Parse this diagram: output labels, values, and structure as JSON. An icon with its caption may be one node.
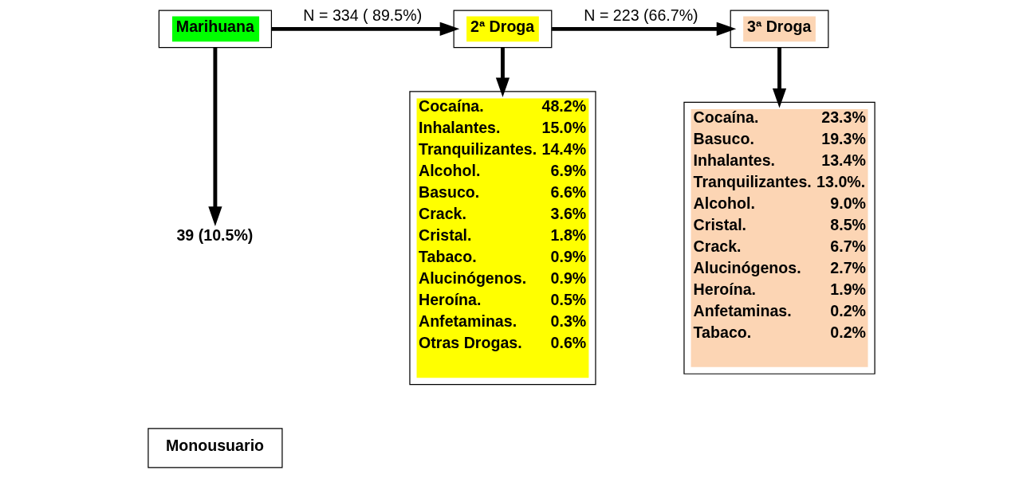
{
  "diagram": {
    "nodes": [
      {
        "text": [
          "Marihuana"
        ]
      },
      {
        "text": [
          "2ª Droga"
        ]
      },
      {
        "text": [
          "3ª Droga"
        ]
      },
      {
        "text": [
          "39 (10.5%)"
        ]
      },
      {
        "text": [
          "Monousuario"
        ]
      },
      {
        "text": [
          "Cocaína.",
          "48.2%",
          "Inhalantes.",
          "15.0%",
          "Tranquilizantes.",
          "14.4%",
          "Alcohol.",
          "6.9%",
          "Basuco.",
          "6.6%",
          "Crack.",
          "3.6%",
          "Cristal.",
          "1.8%",
          "Tabaco.",
          "0.9%",
          "Alucinógenos.",
          "0.9%",
          "Heroína.",
          "0.5%",
          "Anfetaminas.",
          "0.3%",
          "Otras Drogas.",
          "0.6%"
        ]
      },
      {
        "text": [
          "Cocaína.",
          "23.3%",
          "Basuco.",
          "19.3%",
          "Inhalantes.",
          "13.4%",
          "Tranquilizantes.",
          "13.0%.",
          "Alcohol.",
          "9.0%",
          "Cristal.",
          "8.5%",
          "Crack.",
          "6.7%",
          "Alucinógenos.",
          "2.7%",
          "Heroína.",
          "1.9%",
          "Anfetaminas.",
          "0.2%",
          "Tabaco.",
          "0.2%"
        ]
      }
    ],
    "edges": [
      {
        "from": 0,
        "to": 1,
        "arrow": "to",
        "label": "N = 334 ( 89.5%)"
      },
      {
        "from": 1,
        "to": 2,
        "arrow": "to",
        "label": "N = 223 (66.7%)"
      },
      {
        "from": 0,
        "to": 3,
        "arrow": "to"
      },
      {
        "from": 1,
        "to": 5,
        "arrow": "to"
      },
      {
        "from": 2,
        "to": 6,
        "arrow": "to"
      }
    ]
  }
}
